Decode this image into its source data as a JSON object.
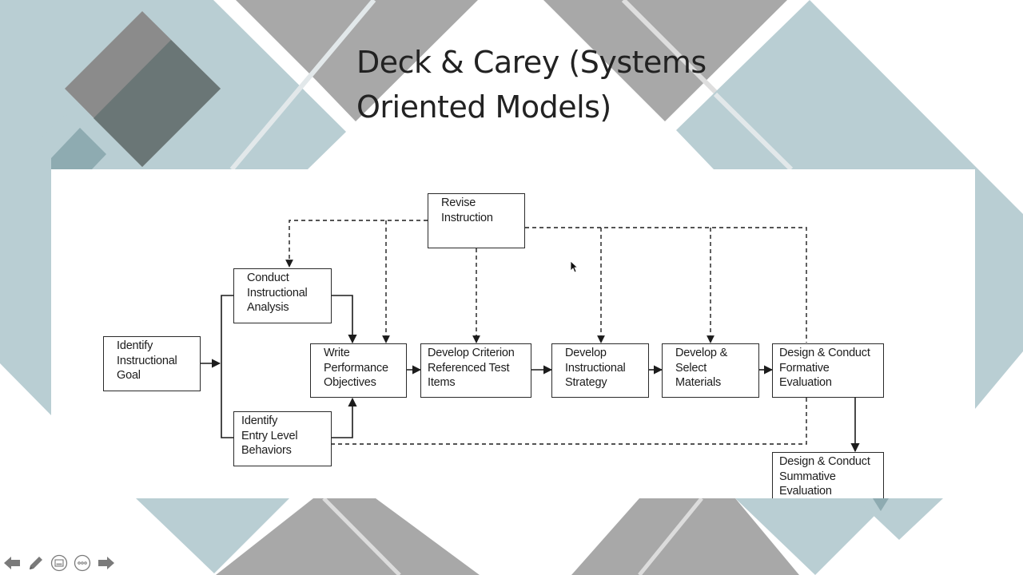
{
  "slide": {
    "title_lines": [
      "Deck & Carey (Systems",
      "Oriented Models)"
    ],
    "colors": {
      "teal_light": "#b9ced3",
      "teal_dark": "#8eabb1",
      "gray_mid": "#a8a8a8",
      "gray_dark": "#8b8b8b",
      "slate": "#6a7676",
      "stripe": "#dedede",
      "text": "#222222"
    }
  },
  "diagram": {
    "boxes": {
      "identify_goal": [
        "Identify",
        "Instructional",
        "Goal"
      ],
      "conduct_analysis": [
        "Conduct",
        "Instructional",
        "Analysis"
      ],
      "entry_behaviors": [
        "Identify",
        "Entry Level",
        "Behaviors"
      ],
      "performance_objectives": [
        "Write",
        "Performance",
        "Objectives"
      ],
      "criterion_test": [
        "Develop Criterion",
        "Referenced Test",
        "Items"
      ],
      "instructional_strategy": [
        "Develop",
        "Instructional",
        "Strategy"
      ],
      "select_materials": [
        "Develop &",
        "Select",
        "Materials"
      ],
      "formative_eval": [
        "Design & Conduct",
        "Formative",
        "Evaluation"
      ],
      "summative_eval": [
        "Design & Conduct",
        "Summative",
        "Evaluation"
      ],
      "revise_instruction": [
        "Revise",
        "Instruction"
      ]
    }
  },
  "nav": {
    "previous": "previous-slide-icon",
    "pen": "pen-icon",
    "slides": "see-all-slides-icon",
    "more": "more-options-icon",
    "next": "next-slide-icon"
  }
}
